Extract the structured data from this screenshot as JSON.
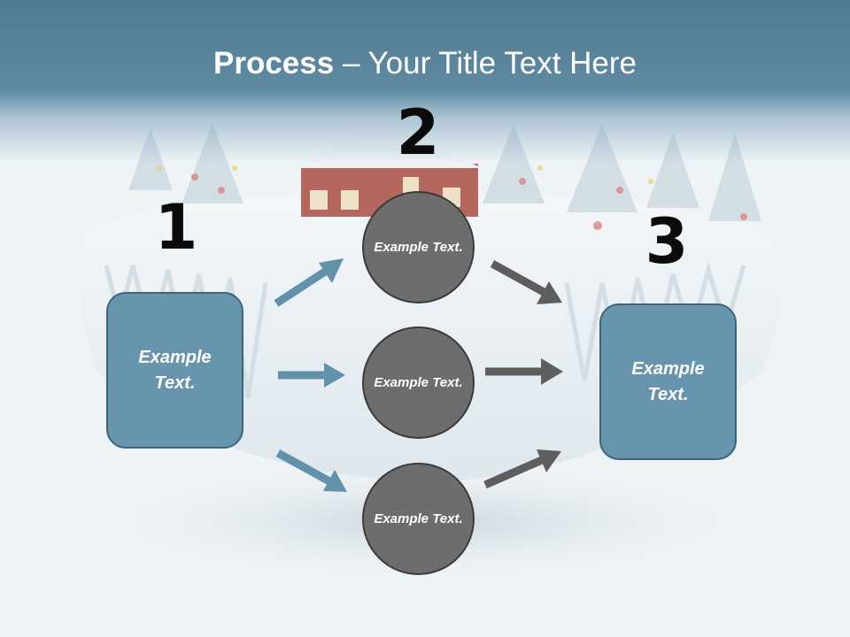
{
  "title": {
    "strong": "Process",
    "rest": " – Your Title Text Here"
  },
  "steps": [
    {
      "number": "1",
      "label": "Example Text."
    },
    {
      "number": "2",
      "label": "Example Text."
    },
    {
      "number": "3",
      "label": "Example Text."
    }
  ],
  "circles": [
    {
      "label": "Example Text."
    },
    {
      "label": "Example Text."
    },
    {
      "label": "Example Text."
    }
  ],
  "colors": {
    "header": "#5e8aa2",
    "box_fill": "#6795ae",
    "box_border": "#3d6479",
    "circle_fill": "#6d6d6d",
    "circle_border": "#3b3b3b",
    "arrow_blue": "#6191ab",
    "arrow_gray": "#5e5e5e"
  }
}
